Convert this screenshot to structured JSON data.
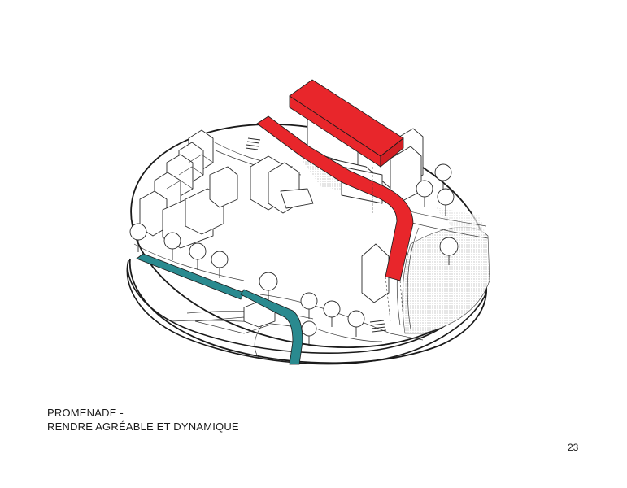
{
  "caption": {
    "line1": "PROMENADE -",
    "line2": "RENDRE AGRÉABLE ET DYNAMIQUE"
  },
  "page_number": "23",
  "colors": {
    "highlight": "#e8262b",
    "water": "#2a8a8f",
    "line": "#2a2a2a",
    "hatch": "#9a9a9a"
  }
}
